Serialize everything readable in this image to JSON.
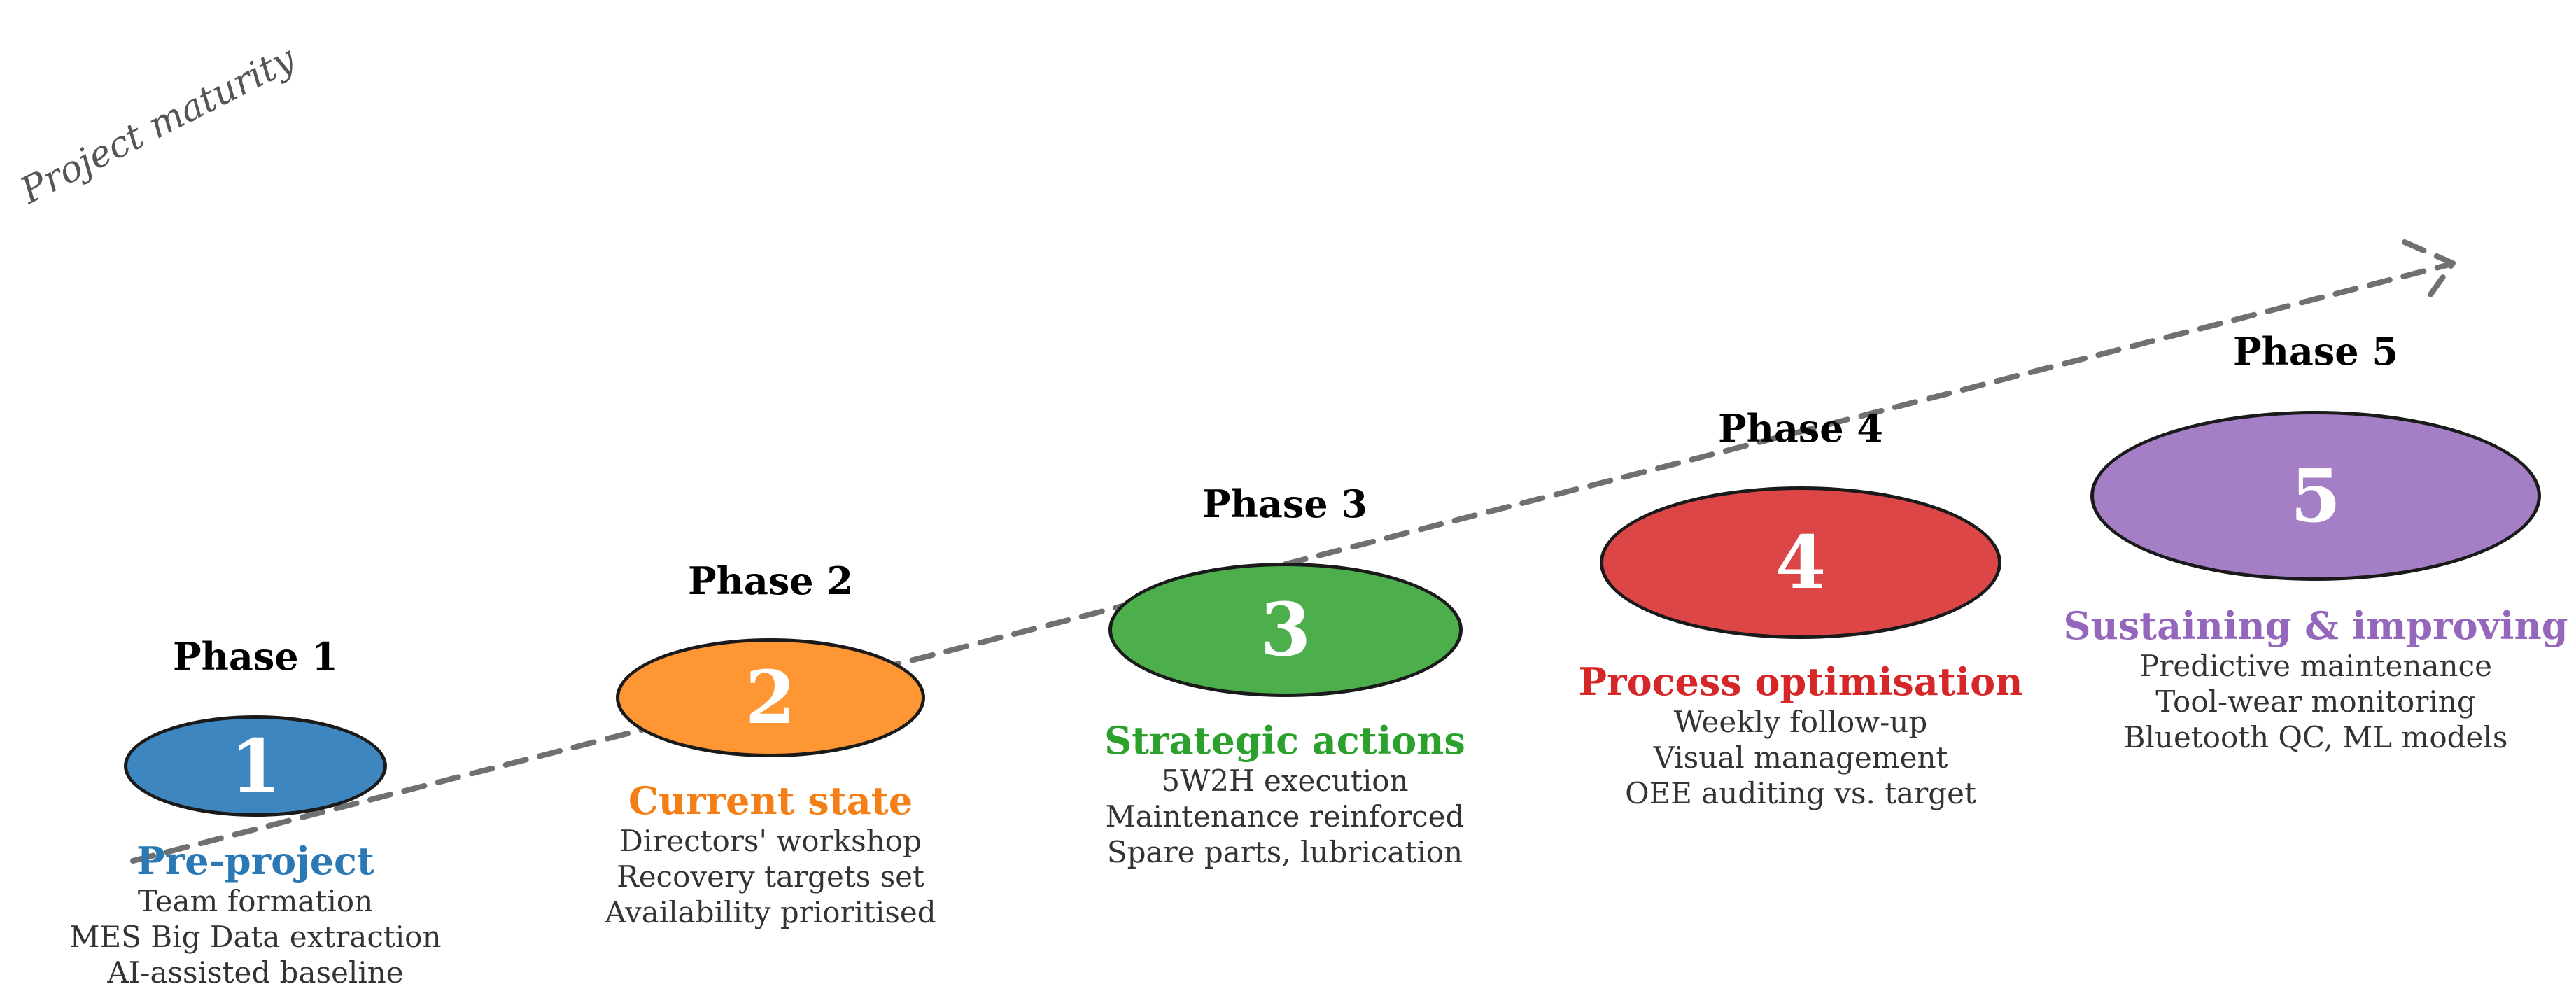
{
  "axis_label": "Project maturity",
  "colors": {
    "arrow": "#707070",
    "outline": "#1a1a1a",
    "heading": "#000000",
    "bullet_text": "#333333"
  },
  "phases": [
    {
      "heading": "Phase 1",
      "number": "1",
      "title": "Pre-project",
      "color": "#3d86bf",
      "title_color": "#2a78b4",
      "items": [
        "Team formation",
        "MES Big Data extraction",
        "AI-assisted baseline"
      ]
    },
    {
      "heading": "Phase 2",
      "number": "2",
      "title": "Current state",
      "color": "#ff9634",
      "title_color": "#f47f17",
      "items": [
        "Directors' workshop",
        "Recovery targets set",
        "Availability prioritised"
      ]
    },
    {
      "heading": "Phase 3",
      "number": "3",
      "title": "Strategic actions",
      "color": "#4caf4c",
      "title_color": "#2ca02c",
      "items": [
        "5W2H execution",
        "Maintenance reinforced",
        "Spare parts, lubrication"
      ]
    },
    {
      "heading": "Phase 4",
      "number": "4",
      "title": "Process optimisation",
      "color": "#dd4646",
      "title_color": "#d62728",
      "items": [
        "Weekly follow-up",
        "Visual management",
        "OEE auditing vs. target"
      ]
    },
    {
      "heading": "Phase 5",
      "number": "5",
      "title": "Sustaining & improving",
      "color": "#a47fc6",
      "title_color": "#9467bd",
      "items": [
        "Predictive maintenance",
        "Tool-wear monitoring",
        "Bluetooth QC, ML models"
      ]
    }
  ]
}
